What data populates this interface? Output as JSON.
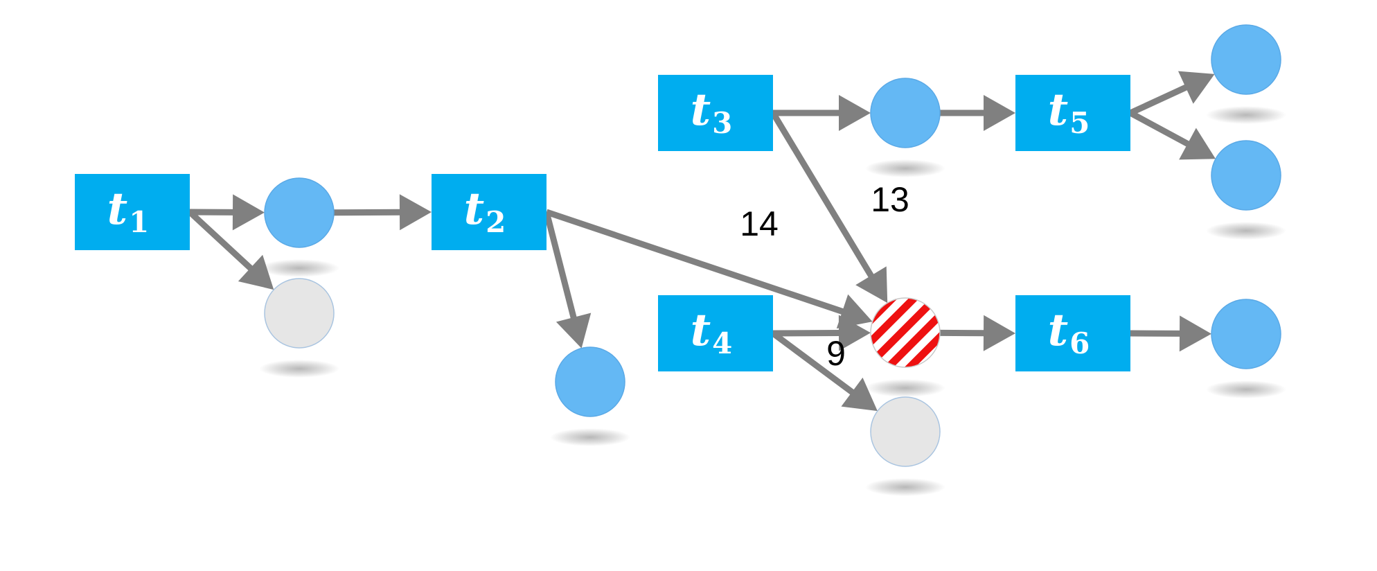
{
  "colors": {
    "task_fill": "#00adef",
    "node_blue": "#64b8f4",
    "node_blue_stroke": "#5aa9e6",
    "node_gray": "#e6e6e6",
    "node_gray_stroke": "#a9c4e0",
    "arrow": "#808080",
    "hatch_red": "#ee1111",
    "hatch_white": "#ffffff"
  },
  "tasks": [
    {
      "id": "t1",
      "letter": "t",
      "sub": "1"
    },
    {
      "id": "t2",
      "letter": "t",
      "sub": "2"
    },
    {
      "id": "t3",
      "letter": "t",
      "sub": "3"
    },
    {
      "id": "t4",
      "letter": "t",
      "sub": "4"
    },
    {
      "id": "t5",
      "letter": "t",
      "sub": "5"
    },
    {
      "id": "t6",
      "letter": "t",
      "sub": "6"
    }
  ],
  "nodes": [
    {
      "id": "n1",
      "kind": "blue"
    },
    {
      "id": "n2",
      "kind": "gray"
    },
    {
      "id": "n3",
      "kind": "blue"
    },
    {
      "id": "n4",
      "kind": "blue"
    },
    {
      "id": "n5",
      "kind": "blue"
    },
    {
      "id": "n6",
      "kind": "blue"
    },
    {
      "id": "n7",
      "kind": "hatched"
    },
    {
      "id": "n8",
      "kind": "gray"
    },
    {
      "id": "n9",
      "kind": "blue"
    }
  ],
  "edges": [
    {
      "from": "t1",
      "to": "n1",
      "label": ""
    },
    {
      "from": "t1",
      "to": "n2",
      "label": ""
    },
    {
      "from": "n1",
      "to": "t2",
      "label": ""
    },
    {
      "from": "t2",
      "to": "n3",
      "label": ""
    },
    {
      "from": "t2",
      "to": "n7",
      "label": "14"
    },
    {
      "from": "t3",
      "to": "n4",
      "label": ""
    },
    {
      "from": "t3",
      "to": "n7",
      "label": "13"
    },
    {
      "from": "n4",
      "to": "t5",
      "label": ""
    },
    {
      "from": "t5",
      "to": "n5",
      "label": ""
    },
    {
      "from": "t5",
      "to": "n6",
      "label": ""
    },
    {
      "from": "t4",
      "to": "n7",
      "label": ""
    },
    {
      "from": "t4",
      "to": "n8",
      "label": "9"
    },
    {
      "from": "n7",
      "to": "t6",
      "label": ""
    },
    {
      "from": "t6",
      "to": "n9",
      "label": ""
    }
  ]
}
